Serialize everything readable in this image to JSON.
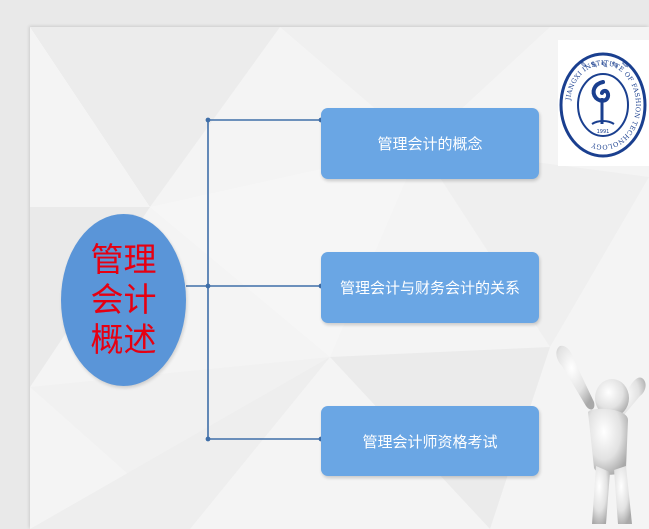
{
  "central_topic": "管理会计概述",
  "topics": [
    "管理会计的概念",
    "管理会计与财务会计的关系",
    "管理会计师资格考试"
  ],
  "logo": {
    "icon": "university-emblem-icon",
    "ring_text": "JIANGXI INSTITUTE OF FASHION TECHNOLOGY",
    "year": "1991"
  },
  "figure": {
    "icon": "cheering-person-3d-icon"
  },
  "colors": {
    "box": "#6aa6e4",
    "circle": "#5a95d8",
    "circle_text": "#e60012",
    "connector": "#3f6ea8",
    "emblem": "#1a3f8f"
  }
}
